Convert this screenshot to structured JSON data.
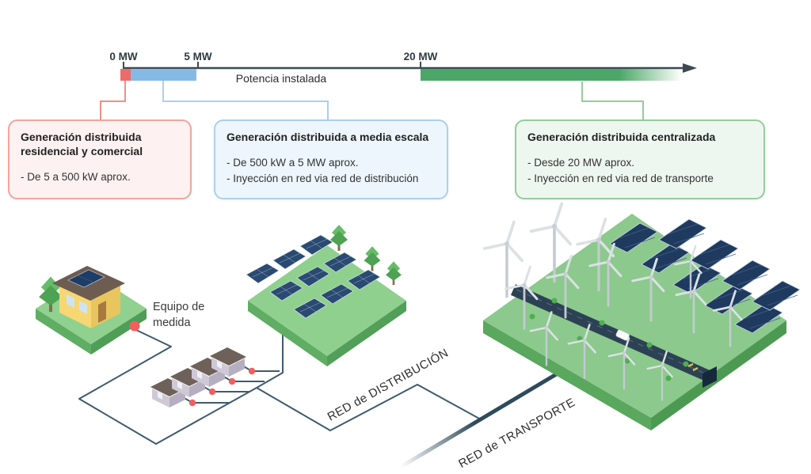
{
  "axis": {
    "tick_labels": [
      "0 MW",
      "5 MW",
      "20 MW"
    ],
    "title": "Potencia instalada"
  },
  "boxes": {
    "residential": {
      "title": "Generación distribuida residencial y comercial",
      "lines": [
        "- De 5 a 500 kW aprox."
      ]
    },
    "medium": {
      "title": "Generación distribuida a media escala",
      "lines": [
        "- De 500 kW a 5 MW aprox.",
        "- Inyección en red via red de distribución"
      ]
    },
    "centralized": {
      "title": "Generación distribuida centralizada",
      "lines": [
        "- Desde 20 MW aprox.",
        "- Inyección en red via red de transporte"
      ]
    }
  },
  "illustration": {
    "meter_label": "Equipo de medida",
    "distribution_label": "RED de DISTRIBUCIÓN",
    "transport_label": "RED de TRANSPORTE"
  },
  "colors": {
    "residential_bar": "#ee6b6b",
    "medium_bar": "#85bae7",
    "centralized_bar": "#4ba767",
    "axis_line": "#3b4a52",
    "network_line": "#3e5a6e",
    "transport_line": "#2e4a5c",
    "meter_dot": "#f15f5f"
  }
}
